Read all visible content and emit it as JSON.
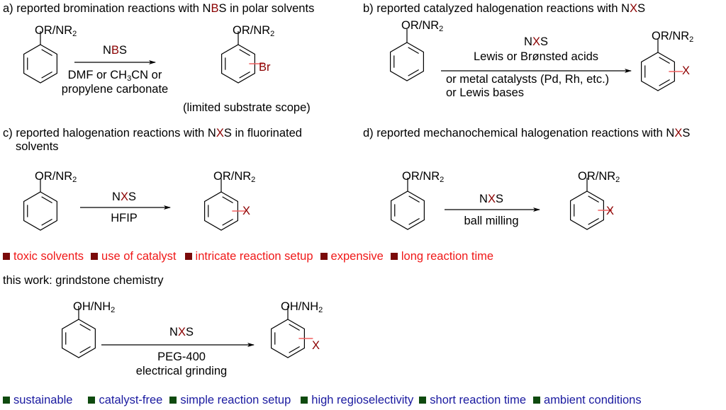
{
  "colors": {
    "highlight": "#8b0000",
    "bond_highlight": "#f06060",
    "drawback_text": "#f01818",
    "drawback_square": "#7a0a0a",
    "advantage_text": "#1a1aa0",
    "advantage_square": "#0f4a0f"
  },
  "schemes": {
    "a": {
      "header_pre": "a) reported bromination reactions with N",
      "header_hl": "B",
      "header_post": "S in polar solvents",
      "substrate": "OR/NR",
      "substrate_sub": "2",
      "reagent_pre": "N",
      "reagent_hl": "B",
      "reagent_post": "S",
      "cond1_pre": "DMF or CH",
      "cond1_sub": "3",
      "cond1_post": "CN or",
      "cond2": "propylene carbonate",
      "product": "OR/NR",
      "product_sub": "2",
      "product_group": "Br",
      "note": "(limited substrate scope)"
    },
    "b": {
      "header_pre": "b) reported catalyzed halogenation reactions with N",
      "header_hl": "X",
      "header_post": "S",
      "substrate": "OR/NR",
      "substrate_sub": "2",
      "reagent_pre": "N",
      "reagent_hl": "X",
      "reagent_post": "S",
      "cond_above": "Lewis or Brønsted acids",
      "cond1": "or metal catalysts (Pd, Rh, etc.)",
      "cond2": "or Lewis bases",
      "product": "OR/NR",
      "product_sub": "2",
      "product_group": "X"
    },
    "c": {
      "header_pre": "c) reported halogenation reactions with N",
      "header_hl": "X",
      "header_post": "S in fluorinated",
      "header_line2": "solvents",
      "substrate": "OR/NR",
      "substrate_sub": "2",
      "reagent_pre": "N",
      "reagent_hl": "X",
      "reagent_post": "S",
      "cond1": "HFIP",
      "product": "OR/NR",
      "product_sub": "2",
      "product_group": "X"
    },
    "d": {
      "header_pre": "d) reported mechanochemical halogenation reactions with N",
      "header_hl": "X",
      "header_post": "S",
      "substrate": "OR/NR",
      "substrate_sub": "2",
      "reagent_pre": "N",
      "reagent_hl": "X",
      "reagent_post": "S",
      "cond1": "ball milling",
      "product": "OR/NR",
      "product_sub": "2",
      "product_group": "X"
    },
    "this_work": {
      "header": "this work: grindstone chemistry",
      "substrate": "OH/NH",
      "substrate_sub": "2",
      "reagent_pre": "N",
      "reagent_hl": "X",
      "reagent_post": "S",
      "cond1": "PEG-400",
      "cond2": "electrical grinding",
      "product": "OH/NH",
      "product_sub": "2",
      "product_group": "X"
    }
  },
  "drawbacks": [
    "toxic solvents",
    "use of catalyst",
    "intricate reaction setup",
    "expensive",
    "long reaction time"
  ],
  "advantages": [
    "sustainable",
    "catalyst-free",
    "simple reaction setup",
    "high regioselectivity",
    "short reaction time",
    "ambient conditions"
  ]
}
